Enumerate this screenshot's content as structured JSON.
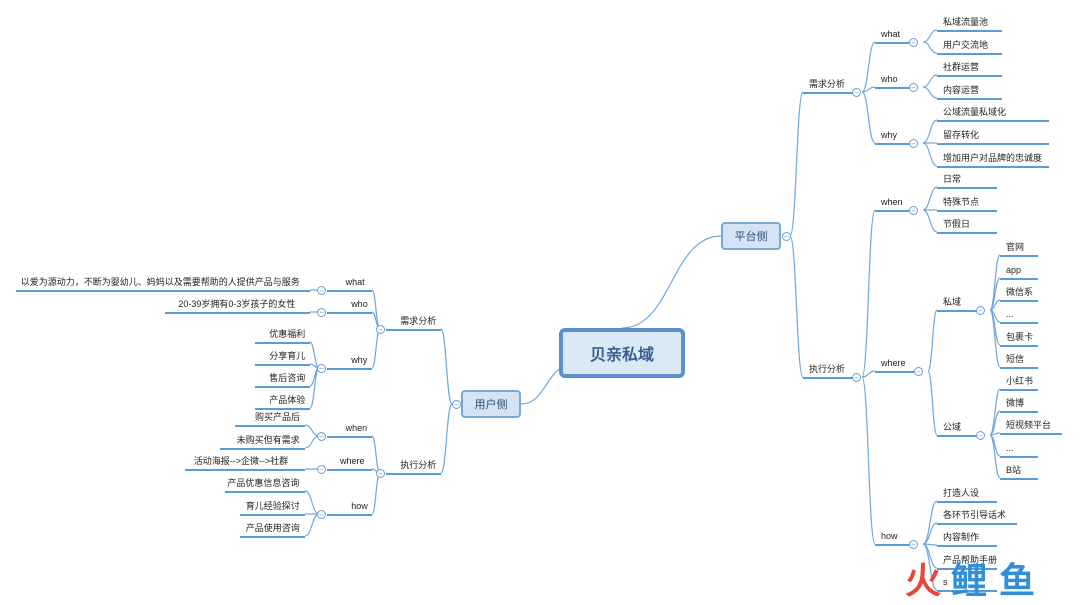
{
  "mindmap": {
    "root": "贝亲私域",
    "platform": {
      "label": "平台侧",
      "demand": {
        "label": "需求分析",
        "what": {
          "label": "what",
          "items": [
            "私域流量池",
            "用户交流地"
          ]
        },
        "who": {
          "label": "who",
          "items": [
            "社群运营",
            "内容运营"
          ]
        },
        "why": {
          "label": "why",
          "items": [
            "公域流量私域化",
            "留存转化",
            "增加用户对品牌的忠诚度"
          ]
        }
      },
      "exec": {
        "label": "执行分析",
        "when": {
          "label": "when",
          "items": [
            "日常",
            "特殊节点",
            "节假日"
          ]
        },
        "where": {
          "label": "where",
          "private": {
            "label": "私域",
            "items": [
              "官网",
              "app",
              "微信系",
              "...",
              "包裹卡",
              "短信"
            ]
          },
          "public": {
            "label": "公域",
            "items": [
              "小红书",
              "微博",
              "短视频平台",
              "...",
              "B站"
            ]
          }
        },
        "how": {
          "label": "how",
          "items": [
            "打造人设",
            "各环节引导话术",
            "内容制作",
            "产品帮助手册",
            "s"
          ]
        }
      }
    },
    "user": {
      "label": "用户侧",
      "demand": {
        "label": "需求分析",
        "what": {
          "label": "what",
          "items": [
            "以爱为源动力，不断为婴幼儿、妈妈以及需要帮助的人提供产品与服务"
          ]
        },
        "who": {
          "label": "who",
          "items": [
            "20-39岁拥有0-3岁孩子的女性"
          ]
        },
        "why": {
          "label": "why",
          "items": [
            "优惠福利",
            "分享育儿",
            "售后咨询",
            "产品体验"
          ]
        }
      },
      "exec": {
        "label": "执行分析",
        "when": {
          "label": "when",
          "items": [
            "购买产品后",
            "未购买但有需求"
          ]
        },
        "where": {
          "label": "where",
          "items": [
            "活动海报-->企微-->社群"
          ]
        },
        "how": {
          "label": "how",
          "items": [
            "产品优惠信息咨询",
            "育儿经验探讨",
            "产品使用咨询"
          ]
        }
      }
    },
    "toggle_symbol": "⊖"
  },
  "watermark": {
    "text": "火鲤鱼"
  },
  "colors": {
    "line": "#5b9bd5",
    "box_fill": "#d4e4f4",
    "root_border": "#5b8fc9",
    "watermark_red": "#e8453c",
    "watermark_blue": "#2f8fd8"
  }
}
